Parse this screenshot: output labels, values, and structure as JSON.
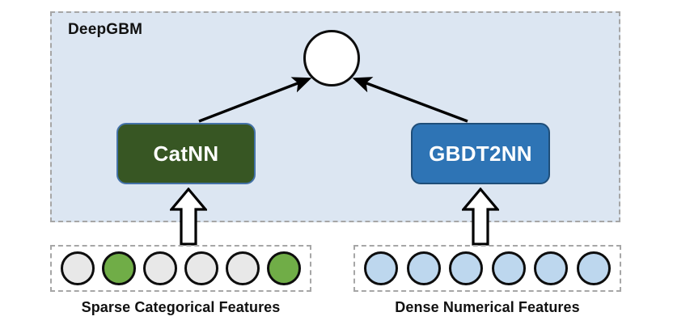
{
  "diagram": {
    "title": "DeepGBM",
    "panel": {
      "label": "DeepGBM",
      "background_color": "#dce6f2",
      "border_color": "#a6a6a6",
      "border_style": "dashed"
    },
    "output_node": {
      "name": "output",
      "label": "",
      "fill_color": "#ffffff",
      "stroke_color": "#0d0d0d",
      "shape": "circle"
    },
    "models": [
      {
        "id": "catnn",
        "label": "CatNN",
        "fill_color": "#375623",
        "border_color": "#4472a8",
        "text_color": "#ffffff"
      },
      {
        "id": "gbdt2nn",
        "label": "GBDT2NN",
        "fill_color": "#2e74b5",
        "border_color": "#1f4e79",
        "text_color": "#ffffff"
      }
    ],
    "edges": [
      {
        "from": "catnn",
        "to": "output",
        "style": "solid-arrow",
        "color": "#000000"
      },
      {
        "from": "gbdt2nn",
        "to": "output",
        "style": "solid-arrow",
        "color": "#000000"
      }
    ],
    "block_arrows": [
      {
        "id": "sparse-to-catnn",
        "direction": "up",
        "fill_color": "#ffffff",
        "stroke_color": "#000000"
      },
      {
        "id": "dense-to-gbdt2nn",
        "direction": "up",
        "fill_color": "#ffffff",
        "stroke_color": "#000000"
      }
    ],
    "feature_groups": [
      {
        "id": "sparse",
        "caption": "Sparse Categorical Features",
        "border_color": "#a6a6a6",
        "nodes": [
          {
            "fill": "#e8e8e8"
          },
          {
            "fill": "#70ad47"
          },
          {
            "fill": "#e8e8e8"
          },
          {
            "fill": "#e8e8e8"
          },
          {
            "fill": "#e8e8e8"
          },
          {
            "fill": "#70ad47"
          }
        ]
      },
      {
        "id": "dense",
        "caption": "Dense Numerical Features",
        "border_color": "#a6a6a6",
        "nodes": [
          {
            "fill": "#bdd7ee"
          },
          {
            "fill": "#bdd7ee"
          },
          {
            "fill": "#bdd7ee"
          },
          {
            "fill": "#bdd7ee"
          },
          {
            "fill": "#bdd7ee"
          },
          {
            "fill": "#bdd7ee"
          }
        ]
      }
    ]
  }
}
